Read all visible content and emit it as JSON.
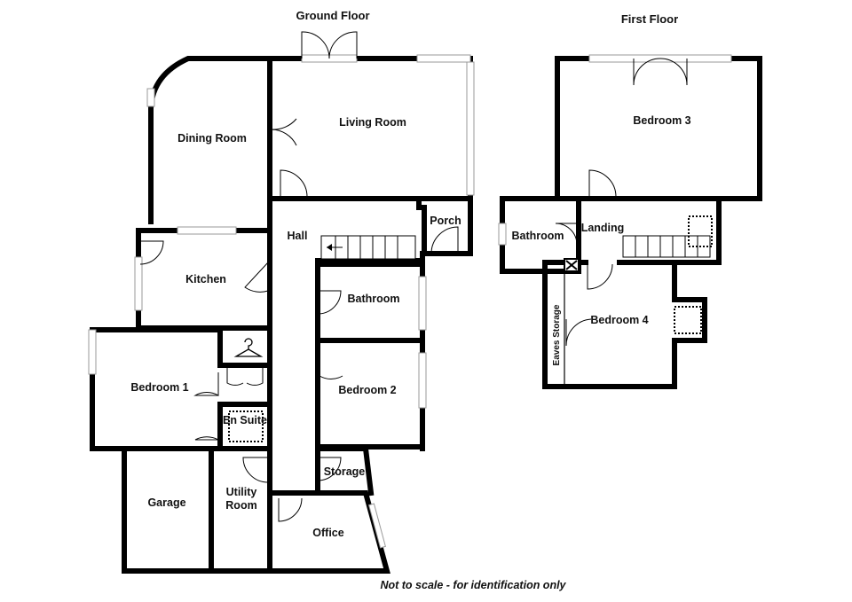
{
  "titles": {
    "ground_floor": "Ground Floor",
    "first_floor": "First Floor"
  },
  "rooms": {
    "dining_room": "Dining Room",
    "living_room": "Living Room",
    "hall": "Hall",
    "porch": "Porch",
    "kitchen": "Kitchen",
    "bathroom_ground": "Bathroom",
    "bedroom_1": "Bedroom 1",
    "en_suite": "En Suite",
    "bedroom_2": "Bedroom 2",
    "storage": "Storage",
    "garage": "Garage",
    "utility_room_line1": "Utility",
    "utility_room_line2": "Room",
    "office": "Office",
    "bedroom_3": "Bedroom 3",
    "bathroom_first": "Bathroom",
    "landing": "Landing",
    "bedroom_4": "Bedroom 4",
    "eaves_storage": "Eaves Storage"
  },
  "footer": {
    "note": "Not to scale - for identification only"
  },
  "icons": {
    "wardrobe": "hanger-icon",
    "flue": "flue-cross-icon"
  }
}
